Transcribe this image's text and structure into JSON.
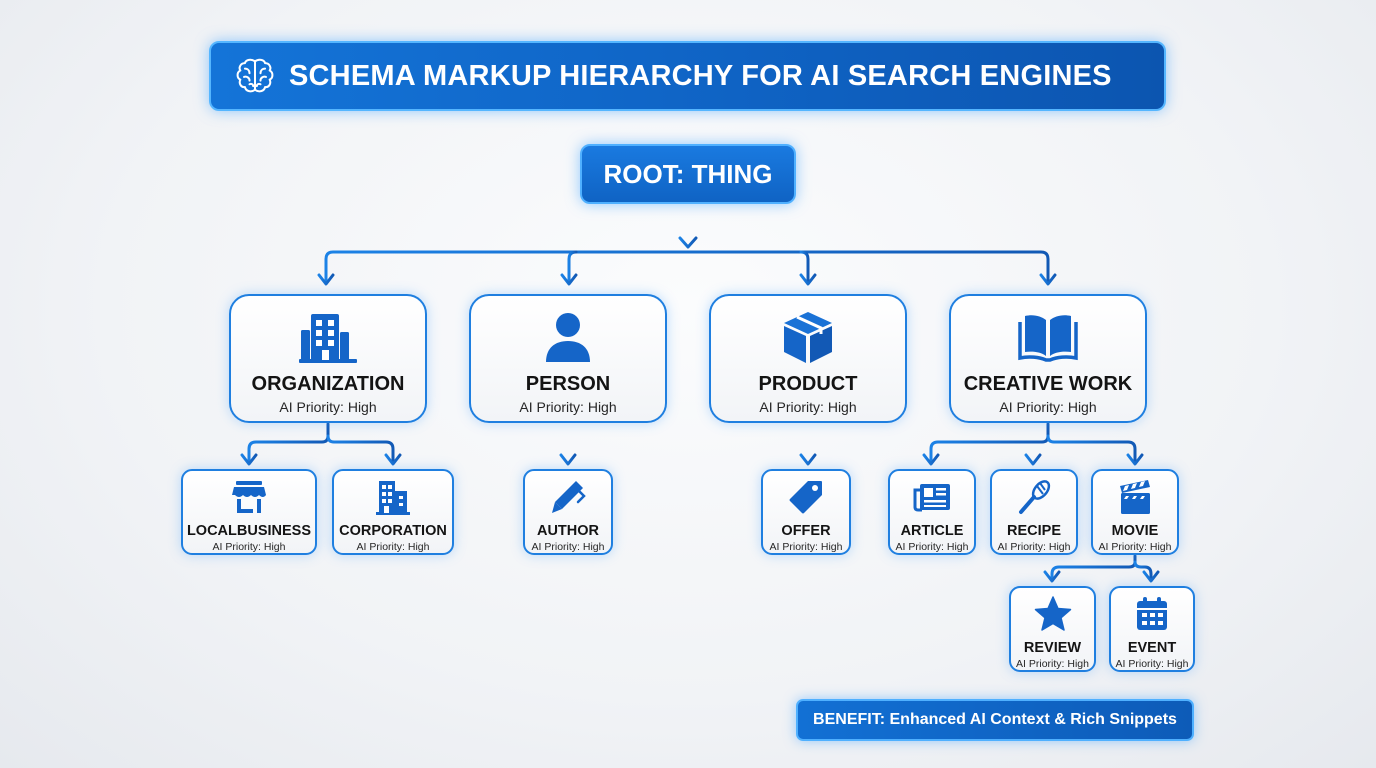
{
  "header": {
    "title": "SCHEMA MARKUP HIERARCHY FOR AI SEARCH ENGINES",
    "icon": "brain-icon"
  },
  "root": {
    "label": "ROOT: THING"
  },
  "level1": [
    {
      "name": "ORGANIZATION",
      "priority": "AI Priority: High",
      "icon": "building-icon"
    },
    {
      "name": "PERSON",
      "priority": "AI Priority: High",
      "icon": "person-icon"
    },
    {
      "name": "PRODUCT",
      "priority": "AI Priority: High",
      "icon": "box-icon"
    },
    {
      "name": "CREATIVE WORK",
      "priority": "AI Priority: High",
      "icon": "open-book-icon"
    }
  ],
  "level2": [
    {
      "name": "LOCALBUSINESS",
      "priority": "AI Priority: High",
      "icon": "storefront-icon",
      "parent": "ORGANIZATION"
    },
    {
      "name": "CORPORATION",
      "priority": "AI Priority: High",
      "icon": "office-buildings-icon",
      "parent": "ORGANIZATION"
    },
    {
      "name": "AUTHOR",
      "priority": "AI Priority: High",
      "icon": "pen-icon",
      "parent": "PERSON"
    },
    {
      "name": "OFFER",
      "priority": "AI Priority: High",
      "icon": "price-tag-icon",
      "parent": "PRODUCT"
    },
    {
      "name": "ARTICLE",
      "priority": "AI Priority: High",
      "icon": "newspaper-icon",
      "parent": "CREATIVE WORK"
    },
    {
      "name": "RECIPE",
      "priority": "AI Priority: High",
      "icon": "whisk-icon",
      "parent": "CREATIVE WORK"
    },
    {
      "name": "MOVIE",
      "priority": "AI Priority: High",
      "icon": "clapperboard-icon",
      "parent": "CREATIVE WORK"
    }
  ],
  "level3": [
    {
      "name": "REVIEW",
      "priority": "AI Priority: High",
      "icon": "star-icon",
      "parent": "MOVIE"
    },
    {
      "name": "EVENT",
      "priority": "AI Priority: High",
      "icon": "calendar-icon",
      "parent": "MOVIE"
    }
  ],
  "footer": {
    "benefit": "BENEFIT: Enhanced AI Context & Rich Snippets"
  },
  "colors": {
    "primary_blue": "#0f63c4",
    "accent_blue": "#1f7fe0",
    "glow_blue": "#4fb0ff",
    "background": "#f1f3f6",
    "text_dark": "#141414"
  }
}
